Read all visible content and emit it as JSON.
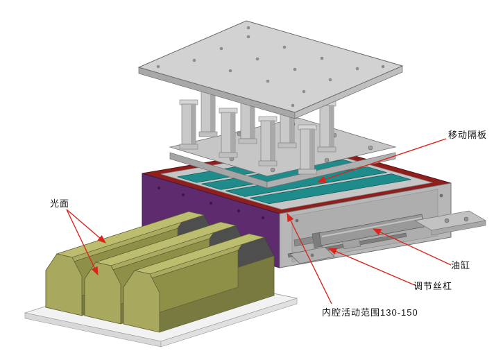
{
  "diagram": {
    "type": "exploded-assembly-illustration",
    "labels": {
      "moving_partition": "移动隔板",
      "smooth_surface": "光面",
      "oil_cylinder": "油缸",
      "adjusting_screw": "调节丝杠",
      "cavity_range": "内腔活动范围130-150"
    },
    "colors": {
      "leader": "#d9261c",
      "rim_red": "#8e1f1d",
      "body_purple": "#5e2b6e",
      "slat_teal": "#1f8c8b",
      "deck_gray": "#c6c6c6",
      "block_olive_top": "#bcbd6f",
      "block_olive_bevel": "#aaab61",
      "block_olive_side": "#8f9048",
      "block_olive_end": "#a8a95e",
      "block_dark_end": "#4e4e4e",
      "metal_light": "#d2d2d2",
      "metal_mid": "#b7b7b7",
      "pallet_white": "#f2f2f2"
    }
  }
}
